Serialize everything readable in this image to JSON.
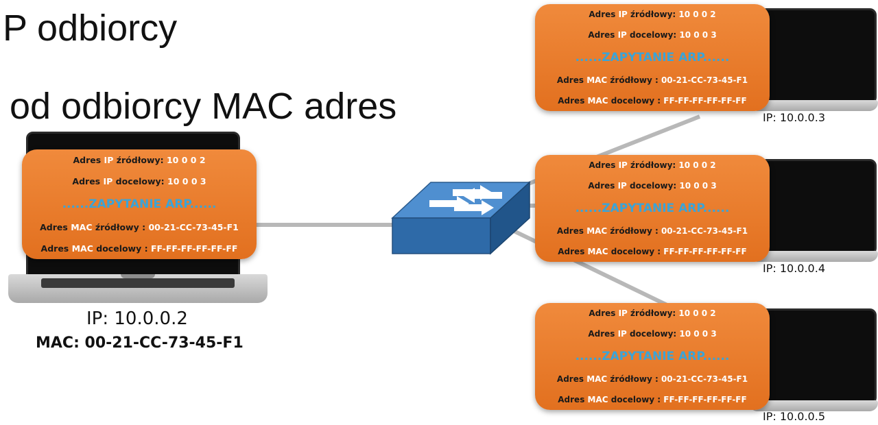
{
  "title": {
    "line1": "P odbiorcy",
    "line2": "od odbiorcy MAC adres"
  },
  "arp_packet": {
    "adres": "Adres",
    "ip_tag": "IP",
    "mac_tag": "MAC",
    "src_ip_label": "źródłowy:",
    "src_ip_value": "10 0 0 2",
    "dst_ip_label": "docelowy:",
    "dst_ip_value": "10 0 0 3",
    "query": "......ZAPYTANIE ARP......",
    "src_mac_label": "źródłowy :",
    "src_mac_value": "00-21-CC-73-45-F1",
    "dst_mac_label": "docelowy :",
    "dst_mac_value": "FF-FF-FF-FF-FF-FF"
  },
  "sender": {
    "ip": "IP: 10.0.0.2",
    "mac": "MAC: 00-21-CC-73-45-F1"
  },
  "receivers": [
    {
      "ip": "IP: 10.0.0.3"
    },
    {
      "ip": "IP: 10.0.0.4"
    },
    {
      "ip": "IP: 10.0.0.5"
    }
  ],
  "colors": {
    "packet": "#e9782a",
    "query_text": "#3aa4d8",
    "switch": "#2e6aa8",
    "link": "#b8b8b8"
  },
  "icons": [
    "laptop-icon",
    "network-switch-icon"
  ]
}
